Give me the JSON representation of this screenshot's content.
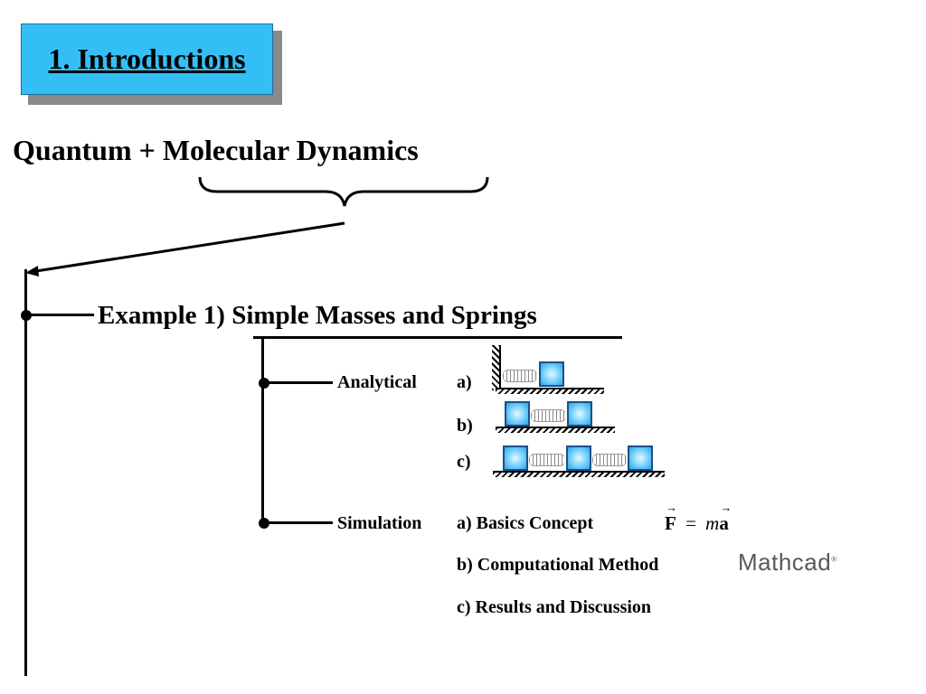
{
  "title": "1. Introductions",
  "heading": "Quantum + Molecular Dynamics",
  "example_title": "Example 1) Simple Masses and Springs",
  "analytical": {
    "label": "Analytical",
    "items": [
      "a)",
      "b)",
      "c)"
    ]
  },
  "simulation": {
    "label": "Simulation",
    "items": [
      "a) Basics Concept",
      "b) Computational Method",
      "c) Results and Discussion"
    ]
  },
  "formula": {
    "F": "F",
    "eq": "=",
    "m": "m",
    "a": "a"
  },
  "logo": {
    "text": "Mathcad",
    "mark": "®"
  },
  "colors": {
    "title_box": "#33bff5",
    "mass": "#2aa6e6"
  },
  "icons": [
    "brace-icon",
    "arrow-icon",
    "spring-mass-diagram-icon"
  ]
}
